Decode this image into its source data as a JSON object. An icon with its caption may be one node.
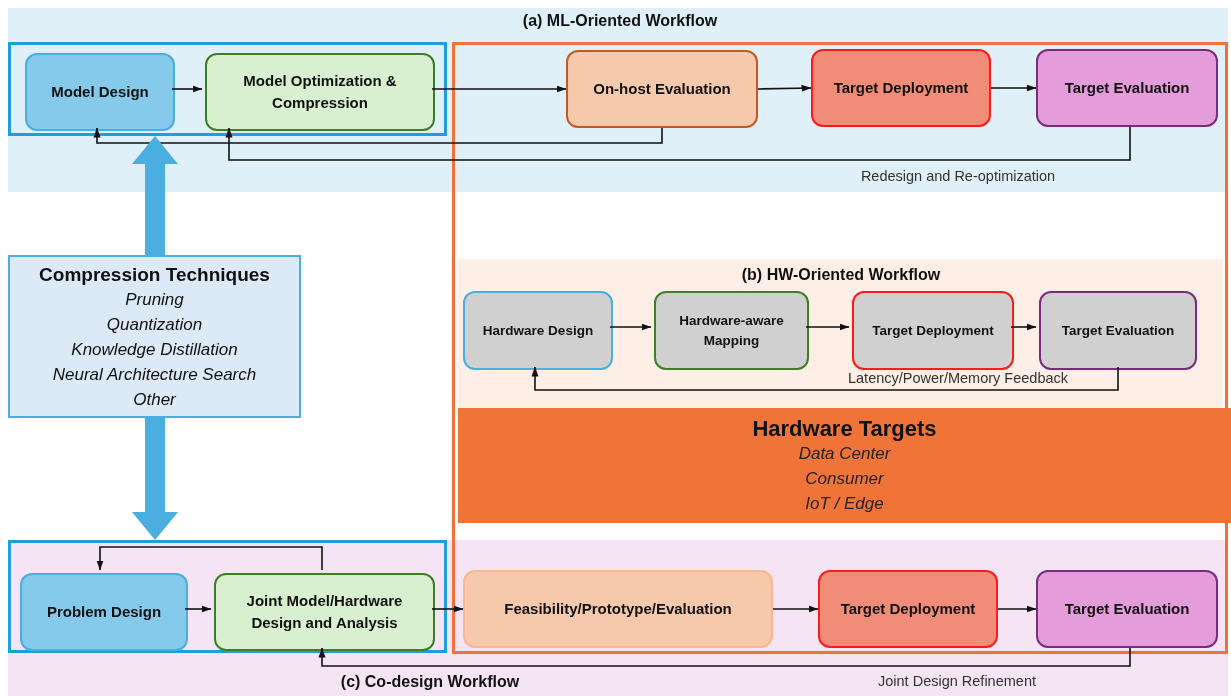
{
  "diagram": {
    "nodes": [
      {
        "text": [
          "(a)  ML-Oriented Workflow"
        ]
      },
      {
        "text": [],
        "shape": "box",
        "in": 0
      },
      {
        "text": [
          "Model Design"
        ],
        "in": 1
      },
      {
        "text": [
          "Model Optimization & Compression"
        ],
        "in": 1
      },
      {
        "text": [
          "On-host Evaluation"
        ]
      },
      {
        "text": [
          "Target Deployment"
        ]
      },
      {
        "text": [
          "Target Evaluation"
        ]
      },
      {
        "text": [
          "Compression Techniques",
          "Pruning",
          "Quantization",
          "Knowledge Distillation",
          "Neural Architecture Search",
          "Other"
        ]
      },
      {
        "text": [],
        "shape": "box"
      },
      {
        "text": [
          "(b) HW-Oriented Workflow"
        ],
        "in": 8
      },
      {
        "text": [
          "Hardware Design"
        ],
        "in": 9
      },
      {
        "text": [
          "Hardware-aware Mapping"
        ],
        "in": 9
      },
      {
        "text": [
          "Target Deployment"
        ],
        "in": 9
      },
      {
        "text": [
          "Target Evaluation"
        ],
        "in": 9
      },
      {
        "text": [
          "Hardware Targets",
          "Data Center",
          "Consumer",
          "IoT / Edge"
        ],
        "in": 8
      },
      {
        "text": [
          "(c) Co-design Workflow"
        ]
      },
      {
        "text": [],
        "shape": "box",
        "in": 15
      },
      {
        "text": [
          "Problem Design"
        ],
        "in": 16
      },
      {
        "text": [
          "Joint Model/Hardware Design and Analysis"
        ],
        "in": 16
      },
      {
        "text": [
          "Feasibility/Prototype/Evaluation"
        ]
      },
      {
        "text": [
          "Target Deployment"
        ]
      },
      {
        "text": [
          "Target Evaluation"
        ]
      }
    ],
    "edges": [
      {
        "from": 2,
        "to": 3,
        "arrow": "to"
      },
      {
        "from": 3,
        "to": 4,
        "arrow": "to"
      },
      {
        "from": 4,
        "to": 5,
        "arrow": "to"
      },
      {
        "from": 5,
        "to": 6,
        "arrow": "to"
      },
      {
        "from": 4,
        "to": 2,
        "arrow": "to"
      },
      {
        "from": 6,
        "to": 3,
        "arrow": "to",
        "label": "Redesign and Re-optimization"
      },
      {
        "from": 7,
        "to": 1,
        "arrow": "to",
        "style": "thick",
        "color": "#4aaee0"
      },
      {
        "from": 7,
        "to": 16,
        "arrow": "to",
        "style": "thick",
        "color": "#4aaee0"
      },
      {
        "from": 10,
        "to": 11,
        "arrow": "to"
      },
      {
        "from": 11,
        "to": 12,
        "arrow": "to"
      },
      {
        "from": 12,
        "to": 13,
        "arrow": "to"
      },
      {
        "from": 13,
        "to": 10,
        "arrow": "to",
        "label": "Latency/Power/Memory Feedback"
      },
      {
        "from": 17,
        "to": 18,
        "arrow": "to"
      },
      {
        "from": 18,
        "to": 19,
        "arrow": "to"
      },
      {
        "from": 19,
        "to": 20,
        "arrow": "to"
      },
      {
        "from": 20,
        "to": 21,
        "arrow": "to"
      },
      {
        "from": 21,
        "to": 18,
        "arrow": "to",
        "label": "Joint Design Refinement"
      },
      {
        "from": 18,
        "to": 17,
        "arrow": "to"
      }
    ]
  }
}
